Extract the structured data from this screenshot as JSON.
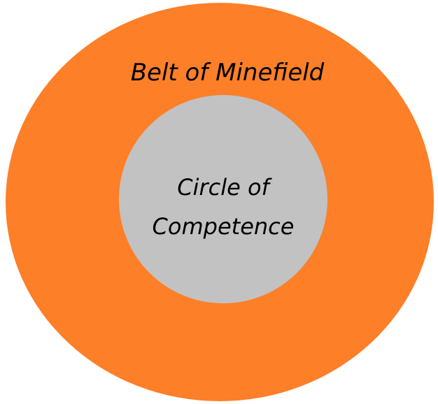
{
  "outer": {
    "label": "Belt of Minefield",
    "color": "#fd7f28"
  },
  "inner": {
    "label_line1": "Circle of",
    "label_line2": "Competence",
    "color": "#c2c2c2"
  }
}
